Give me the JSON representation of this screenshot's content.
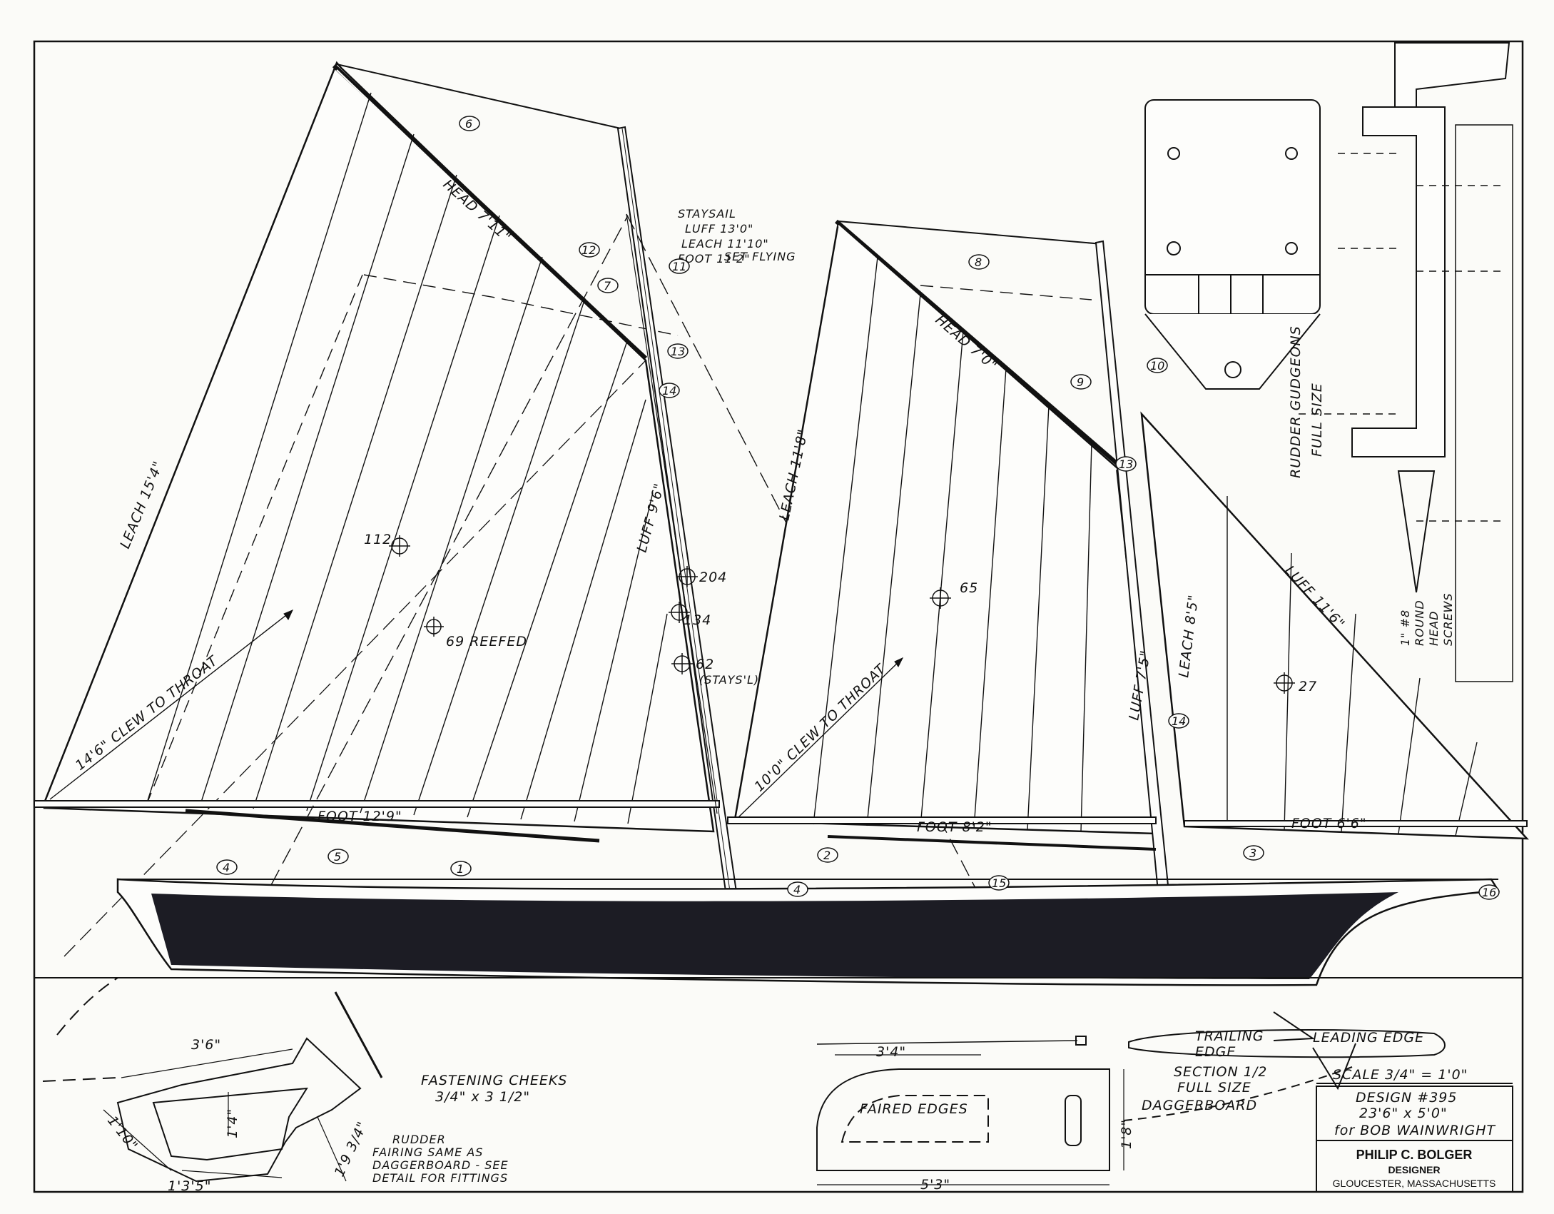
{
  "sail_labels": {
    "main_head": "HEAD 7'11\"",
    "main_leach": "LEACH 15'4\"",
    "main_clew": "14'6\" CLEW TO THROAT",
    "main_foot": "FOOT 12'9\"",
    "main_luff": "LUFF 9'6\"",
    "main_area": "112",
    "main_reefed": "69 REEFED",
    "staysail_title": "STAYSAIL",
    "staysail_luff": "LUFF 13'0\"",
    "staysail_leach": "LEACH 11'10\"",
    "staysail_foot": "FOOT 11'2\"",
    "staysail_note": "SET FLYING",
    "area_204": "204",
    "area_134": "134",
    "area_62": "62",
    "area_62_note": "(STAYS'L)",
    "fore_head": "HEAD 7'0\"",
    "fore_leach": "LEACH 11'8\"",
    "fore_clew": "10'0\" CLEW TO THROAT",
    "fore_foot": "FOOT 8'2\"",
    "fore_luff": "LUFF 7'5\"",
    "fore_area": "65",
    "jib_leach": "LEACH 8'5\"",
    "jib_luff": "LUFF 11'6\"",
    "jib_foot": "FOOT 6'6\"",
    "jib_area": "27"
  },
  "part_numbers": [
    "6",
    "12",
    "7",
    "11",
    "13",
    "14",
    "8",
    "9",
    "10",
    "13",
    "14",
    "4",
    "5",
    "1",
    "2",
    "4",
    "15",
    "3",
    "16"
  ],
  "gudgeons": {
    "label_1": "RUDDER GUDGEONS",
    "label_2": "FULL SIZE",
    "screws_1": "1\" #8",
    "screws_2": "ROUND",
    "screws_3": "HEAD",
    "screws_4": "SCREWS"
  },
  "rudder": {
    "dim_top": "3'6\"",
    "dim_height": "1'4\"",
    "dim_left": "1'10\"",
    "dim_bottom": "1'3'5\"",
    "dim_right": "1'9 3/4\"",
    "cheeks_1": "FASTENING CHEEKS",
    "cheeks_2": "3/4\" x 3 1/2\"",
    "note_1": "RUDDER",
    "note_2": "FAIRING SAME AS",
    "note_3": "DAGGERBOARD - SEE",
    "note_4": "DETAIL FOR FITTINGS"
  },
  "daggerboard": {
    "dim_top": "3'4\"",
    "dim_bottom": "5'3\"",
    "dim_height": "1'8\"",
    "faired": "FAIRED EDGES",
    "trailing_1": "TRAILING",
    "trailing_2": "EDGE",
    "leading": "LEADING EDGE",
    "section_1": "SECTION 1/2",
    "section_2": "FULL SIZE",
    "label": "DAGGERBOARD"
  },
  "title_block": {
    "scale": "SCALE 3/4\" = 1'0\"",
    "design": "DESIGN #395",
    "size": "23'6\" x 5'0\"",
    "client": "for BOB WAINWRIGHT",
    "designer_name": "PHILIP C. BOLGER",
    "designer_role": "DESIGNER",
    "location": "GLOUCESTER, MASSACHUSETTS"
  }
}
